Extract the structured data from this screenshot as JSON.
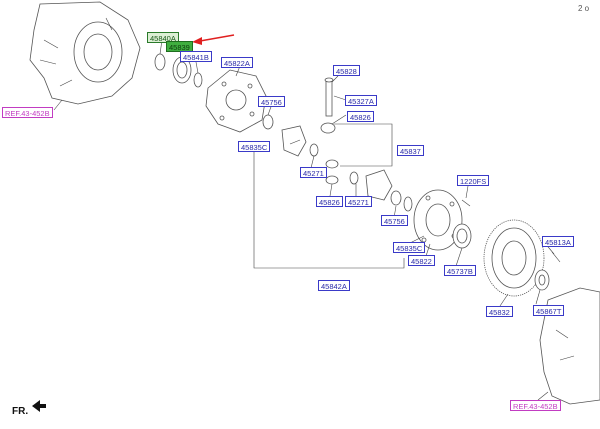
{
  "page": {
    "corner_text": "2 o",
    "direction_label": "FR."
  },
  "labels": {
    "p45840A": "45840A",
    "p45839": "45839",
    "p45841B": "45841B",
    "p45822A": "45822A",
    "p45828": "45828",
    "p45327A": "45327A",
    "p45826_top": "45826",
    "p45756_top": "45756",
    "p45835C_top": "45835C",
    "p45837": "45837",
    "p45271_left": "45271",
    "p45826_bottom": "45826",
    "p45271_right": "45271",
    "p1220FS": "1220FS",
    "p45756_bottom": "45756",
    "p45835C_bottom": "45835C",
    "p45822": "45822",
    "p45813A": "45813A",
    "p45737B": "45737B",
    "p45867T": "45867T",
    "p45842A": "45842A",
    "p45832": "45832"
  },
  "refs": {
    "top_left": "REF.43-452B",
    "bottom_right": "REF.43-452B"
  },
  "colors": {
    "label_border": "#3a3ac8",
    "highlight": "#3fae3f",
    "ref": "#c23cc2",
    "pointer_arrow": "#e02020"
  }
}
